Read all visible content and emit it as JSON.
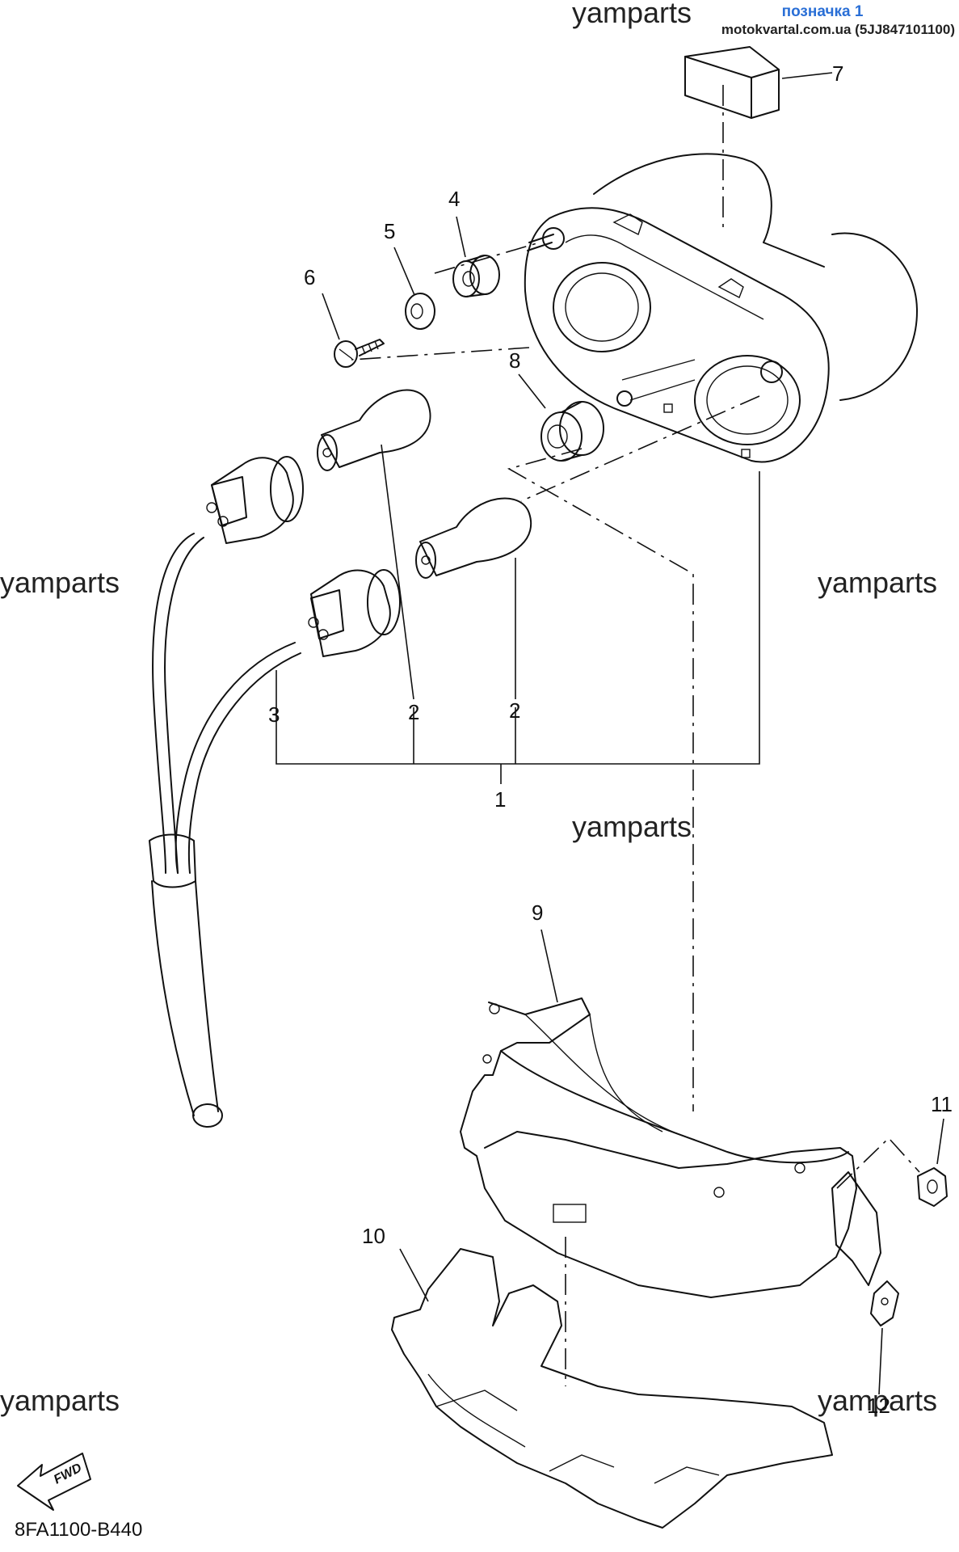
{
  "header": {
    "label": "позначка 1",
    "site": "motokvartal.com.ua (5JJ847101100)"
  },
  "watermark": "yamparts",
  "diagram_code": "8FA1100-B440",
  "fwd_label": "FWD",
  "callouts": {
    "p1": "1",
    "p2a": "2",
    "p2b": "2",
    "p3": "3",
    "p4": "4",
    "p5": "5",
    "p6": "6",
    "p7": "7",
    "p8": "8",
    "p9": "9",
    "p10": "10",
    "p11": "11",
    "p12": "12"
  }
}
